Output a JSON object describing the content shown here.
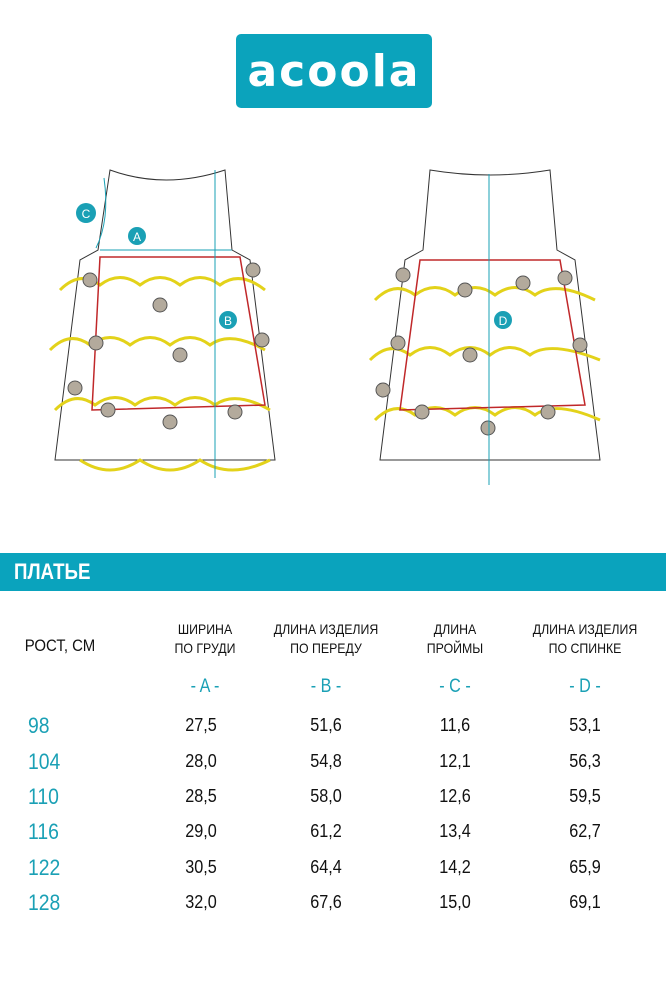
{
  "logo": "acoola",
  "diagram_labels": {
    "a": "A",
    "b": "B",
    "c": "C",
    "d": "D"
  },
  "section_title": "ПЛАТЬЕ",
  "table": {
    "row_header": "РОСТ, СМ",
    "columns": [
      {
        "line1": "ШИРИНА",
        "line2": "ПО ГРУДИ",
        "letter": "- A -"
      },
      {
        "line1": "ДЛИНА ИЗДЕЛИЯ",
        "line2": "ПО ПЕРЕДУ",
        "letter": "- B -"
      },
      {
        "line1": "ДЛИНА",
        "line2": "ПРОЙМЫ",
        "letter": "- C -"
      },
      {
        "line1": "ДЛИНА ИЗДЕЛИЯ",
        "line2": "ПО СПИНКЕ",
        "letter": "- D -"
      }
    ],
    "rows": [
      {
        "size": "98",
        "v": [
          "27,5",
          "51,6",
          "11,6",
          "53,1"
        ]
      },
      {
        "size": "104",
        "v": [
          "28,0",
          "54,8",
          "12,1",
          "56,3"
        ]
      },
      {
        "size": "110",
        "v": [
          "28,5",
          "58,0",
          "12,6",
          "59,5"
        ]
      },
      {
        "size": "116",
        "v": [
          "29,0",
          "61,2",
          "13,4",
          "62,7"
        ]
      },
      {
        "size": "122",
        "v": [
          "30,5",
          "64,4",
          "14,2",
          "65,9"
        ]
      },
      {
        "size": "128",
        "v": [
          "32,0",
          "67,6",
          "15,0",
          "69,1"
        ]
      }
    ]
  }
}
